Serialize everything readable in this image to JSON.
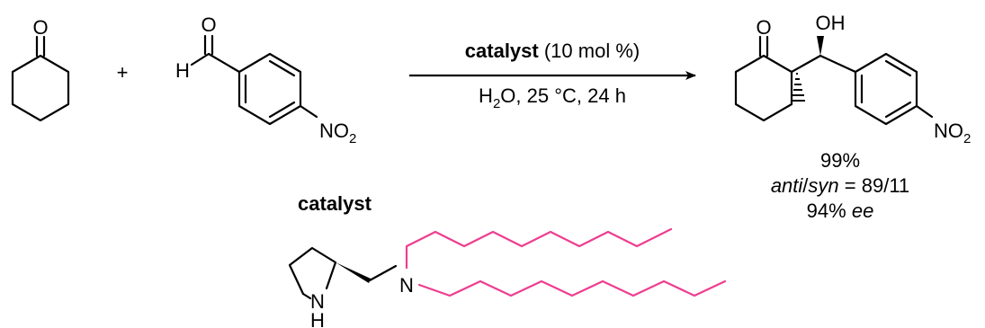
{
  "reaction": {
    "plus": "+",
    "reactant1": {
      "atoms": {
        "oxygen": "O"
      }
    },
    "reactant2": {
      "atoms": {
        "oxygen": "O",
        "hydrogen": "H",
        "nitro": "NO",
        "nitro_sub": "2"
      }
    },
    "arrow": {
      "catalyst_word": "catalyst",
      "catalyst_amount": " (10 mol %)",
      "cond_h": "H",
      "cond_sub": "2",
      "cond_rest": "O, 25 °C, 24 h"
    },
    "product": {
      "atoms": {
        "oxygen": "O",
        "hydroxyl": "OH",
        "nitro": "NO",
        "nitro_sub": "2"
      },
      "yield": "99%",
      "dr_anti": "anti",
      "dr_slash": "/",
      "dr_syn": "syn",
      "dr_value": " = 89/11",
      "ee_value": "94% ",
      "ee_label": "ee"
    }
  },
  "catalyst": {
    "label": "catalyst",
    "atoms": {
      "ring_n": "N",
      "ring_h": "H",
      "amine_n": "N"
    }
  },
  "colors": {
    "chain": "#ee3d8f",
    "ink": "#000000"
  }
}
